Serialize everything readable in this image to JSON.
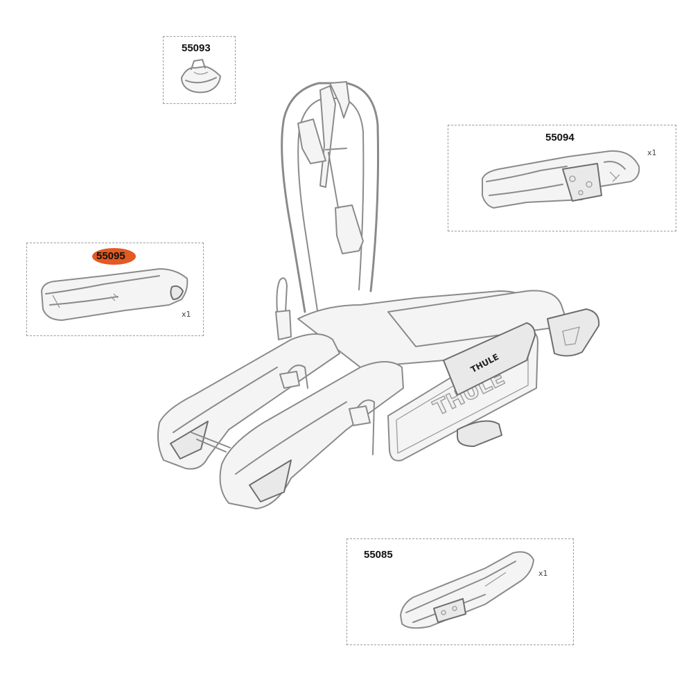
{
  "parts": [
    {
      "number": "55093",
      "qty": ""
    },
    {
      "number": "55094",
      "qty": "x1"
    },
    {
      "number": "55095",
      "qty": "x1",
      "highlighted": true
    },
    {
      "number": "55085",
      "qty": "x1"
    }
  ],
  "brand": {
    "logo_small": "THULE",
    "logo_large": "THULE"
  },
  "colors": {
    "highlight": "#e35a22",
    "line": "#8a8a8a",
    "box_border": "#9a9a9a"
  }
}
